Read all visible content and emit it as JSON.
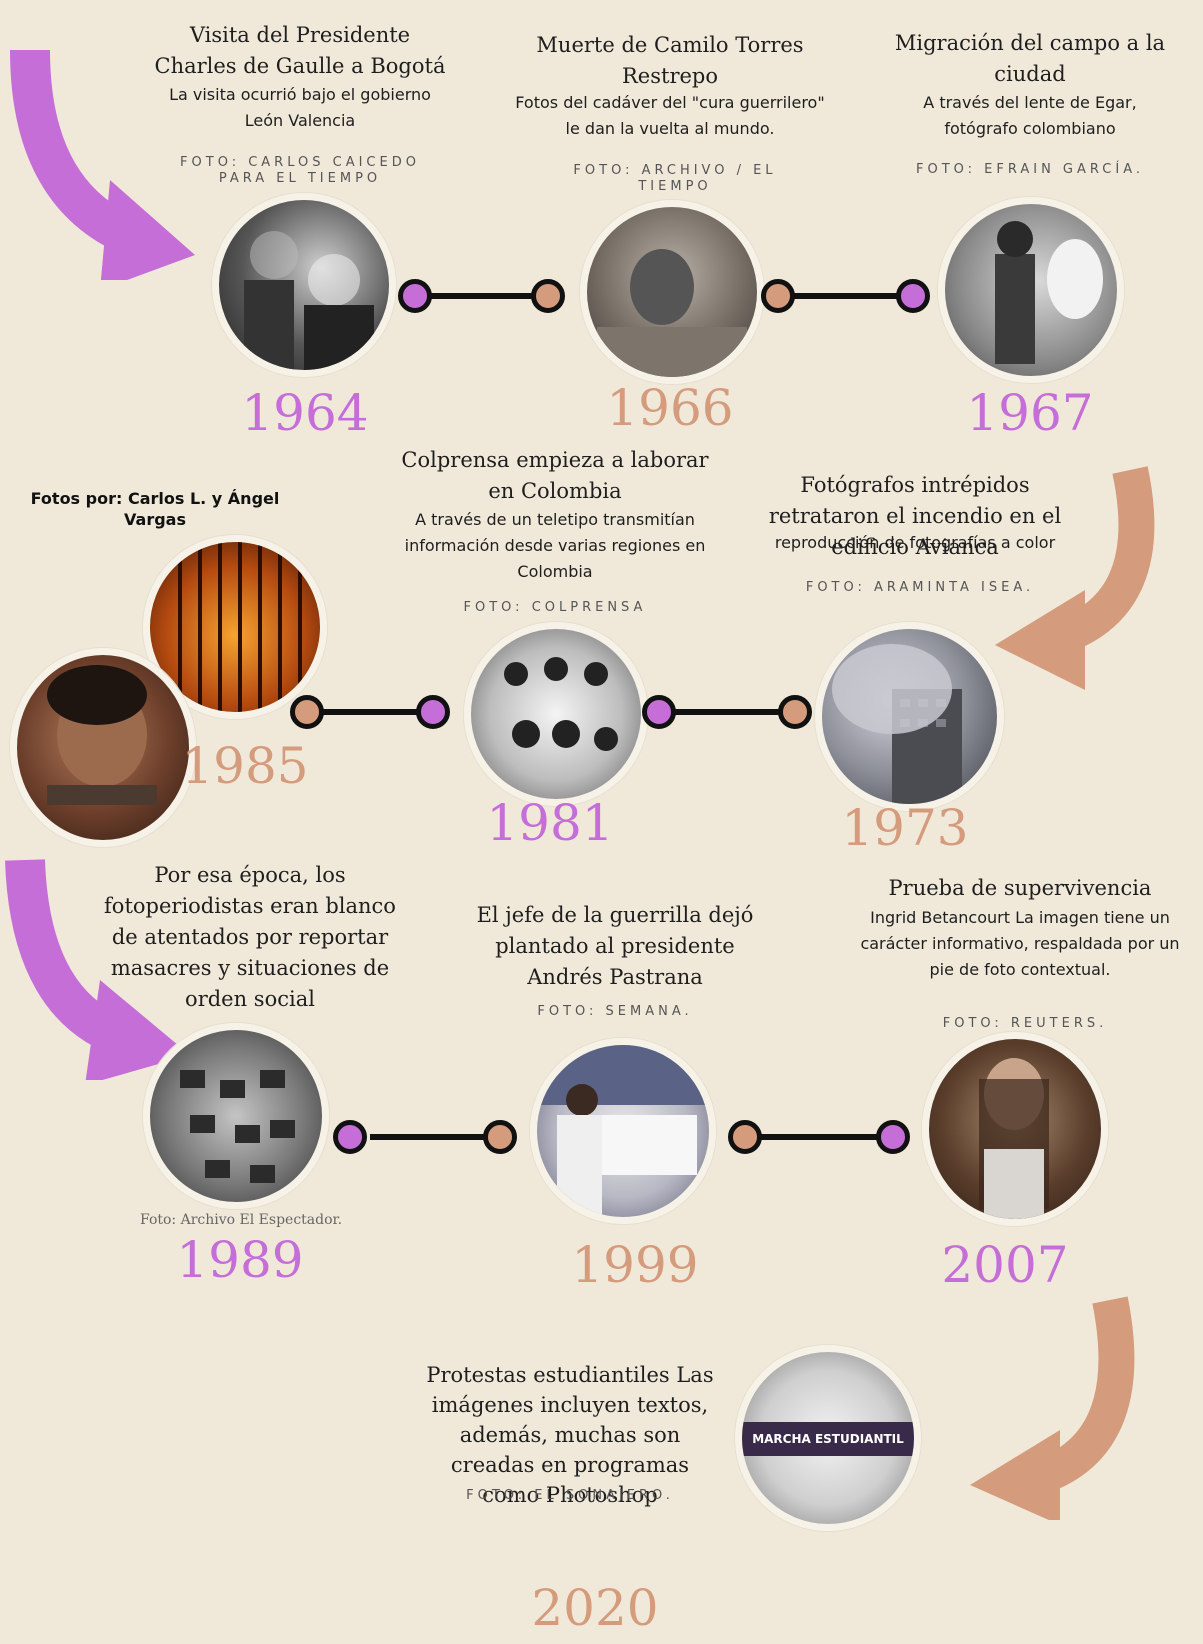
{
  "colors": {
    "purple": "#c56ed8",
    "tan": "#d49c7c",
    "background": "#f0e9da"
  },
  "events": [
    {
      "year": "1964",
      "title": "Visita del Presidente Charles de Gaulle a Bogotá",
      "desc": "La visita ocurrió bajo el gobierno León Valencia",
      "credit": "FOTO: CARLOS CAICEDO PARA EL TIEMPO"
    },
    {
      "year": "1966",
      "title": "Muerte de Camilo Torres Restrepo",
      "desc": "Fotos del cadáver del  \"cura guerrilero\" le dan la vuelta al mundo.",
      "credit": "FOTO: ARCHIVO / EL TIEMPO"
    },
    {
      "year": "1967",
      "title": "Migración del campo a la ciudad",
      "desc": "A través del lente de Egar, fotógrafo colombiano",
      "credit": "FOTO: EFRAIN GARCÍA."
    },
    {
      "year": "1985",
      "credit": "Fotos por:  Carlos L. y Ángel Vargas"
    },
    {
      "year": "1981",
      "title": "Colprensa empieza  a laborar en Colombia",
      "desc": "A través de un teletipo transmitían información desde varias regiones en Colombia",
      "credit": "FOTO: COLPRENSA"
    },
    {
      "year": "1973",
      "title": "Fotógrafos intrépidos retrataron el incendio en el edificio Avianca",
      "desc": "reproducción de fotografías a color",
      "credit": "FOTO: ARAMINTA ISEA."
    },
    {
      "year": "1989",
      "title": "Por esa época, los fotoperiodistas eran blanco de atentados por reportar masacres y situaciones de orden social",
      "credit": "Foto: Archivo El Espectador."
    },
    {
      "year": "1999",
      "title": "El jefe de la guerrilla dejó plantado al presidente Andrés Pastrana",
      "credit": "FOTO: SEMANA."
    },
    {
      "year": "2007",
      "title": "Prueba de supervivencia",
      "desc": "Ingrid Betancourt La imagen tiene un carácter informativo, respaldada por un pie de foto contextual.",
      "credit": "FOTO: REUTERS."
    },
    {
      "year": "2020",
      "title": "Protestas estudiantiles Las imágenes incluyen textos, además, muchas son creadas en programas como Photoshop",
      "credit": "FOTO: EL SONAJERO.",
      "banner": "MARCHA ESTUDIANTIL"
    }
  ]
}
